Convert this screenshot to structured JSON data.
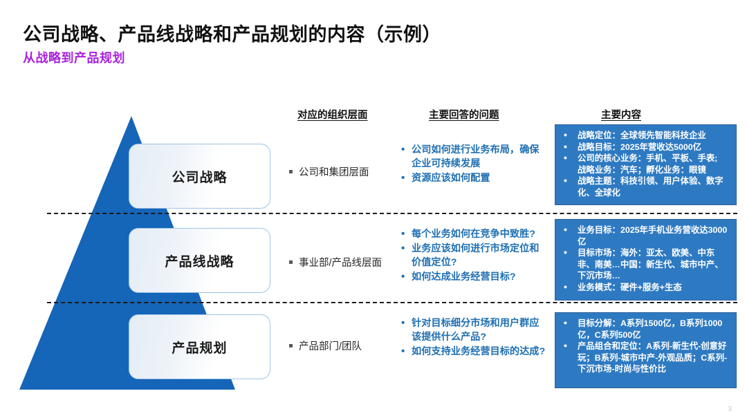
{
  "slide": {
    "title": "公司战略、产品线战略和产品规划的内容（示例）",
    "subtitle": "从战略到产品规划",
    "page_number": "3",
    "accent_colors": {
      "pyramid_blue": "#1565b8",
      "content_box_blue": "#2e7ac2",
      "question_blue": "#1f6fb2",
      "subtitle_purple": "#aa22dd",
      "label_border": "#9dc3e6"
    }
  },
  "headers": {
    "org": "对应的组织层面",
    "questions": "主要回答的问题",
    "content": "主要内容"
  },
  "levels": [
    {
      "label": "公司战略",
      "org": "公司和集团层面"
    },
    {
      "label": "产品线战略",
      "org": "事业部/产品线层面"
    },
    {
      "label": "产品规划",
      "org": "产品部门/团队"
    }
  ],
  "questions": [
    {
      "items": [
        "公司如何进行业务布局，确保企业可持续发展",
        "资源应该如何配置"
      ]
    },
    {
      "items": [
        "每个业务如何在竞争中致胜?",
        "业务应该如何进行市场定位和价值定位?",
        "如何达成业务经营目标?"
      ]
    },
    {
      "items": [
        "针对目标细分市场和用户群应该提供什么产品?",
        "如何支持业务经营目标的达成?"
      ]
    }
  ],
  "content_boxes": [
    {
      "items": [
        {
          "bullet": true,
          "text": "战略定位：全球领先智能科技企业"
        },
        {
          "bullet": true,
          "text": "战略目标：2025年营收达5000亿"
        },
        {
          "bullet": true,
          "text": "公司的核心业务：手机、平板、手表;"
        },
        {
          "bullet": false,
          "text": "战略业务：汽车；孵化业务：眼镜"
        },
        {
          "bullet": true,
          "text": "战略主题：科技引领、用户体验、数字化、全球化"
        }
      ]
    },
    {
      "items": [
        {
          "bullet": true,
          "text": "业务目标：2025年手机业务营收达3000亿"
        },
        {
          "bullet": true,
          "text": "目标市场：海外：亚太、欧美、中东非、南美…中国：新生代、城市中产、下沉市场…"
        },
        {
          "bullet": true,
          "text": "业务模式：硬件+服务+生态"
        }
      ]
    },
    {
      "items": [
        {
          "bullet": true,
          "text": "目标分解：A系列1500亿，B系列1000亿，C系列500亿"
        },
        {
          "bullet": true,
          "text": "产品组合和定位：A系列-新生代-创意好玩；B系列-城市中产-外观品质；C系列-下沉市场-时尚与性价比"
        }
      ]
    }
  ]
}
